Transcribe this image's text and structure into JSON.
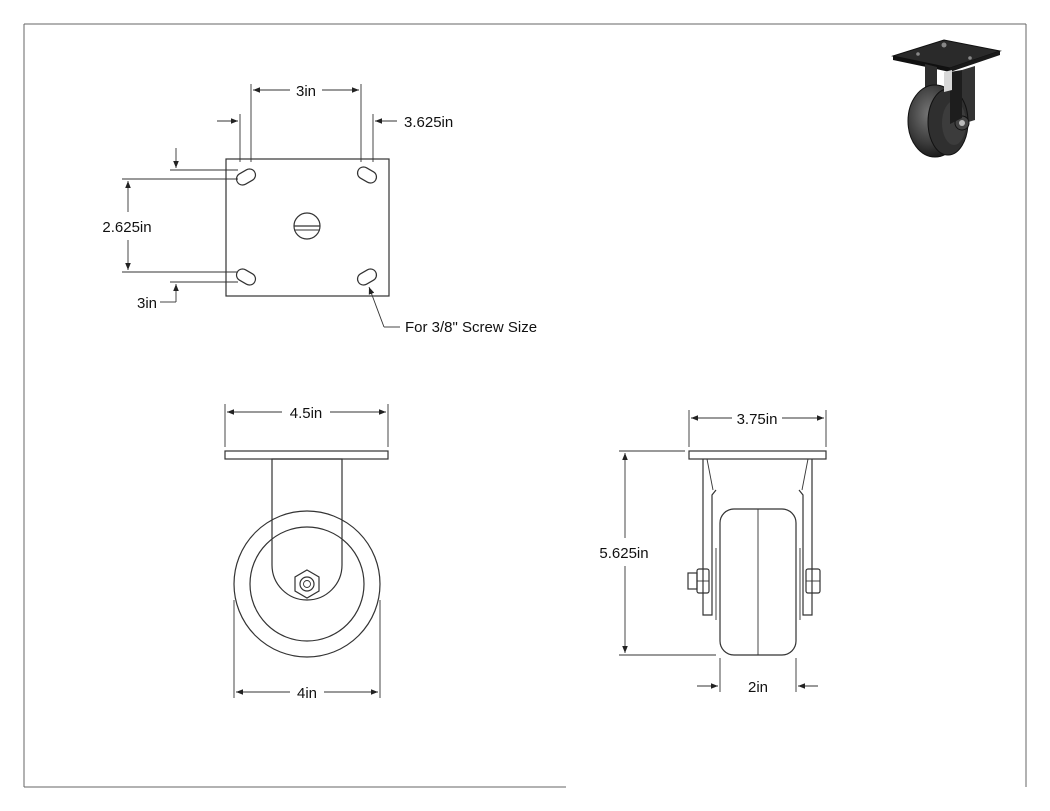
{
  "plate_view": {
    "hole_spacing_x": "3in",
    "plate_width": "3.625in",
    "hole_spacing_y": "2.625in",
    "plate_depth": "3in",
    "screw_note": "For 3/8\" Screw Size"
  },
  "front_view": {
    "top_plate_width": "4.5in",
    "wheel_diameter": "4in"
  },
  "side_view": {
    "plate_width": "3.75in",
    "overall_height": "5.625in",
    "wheel_width": "2in"
  },
  "colors": {
    "line": "#333333",
    "wheel_shade": "#3a3a3a"
  },
  "thumbnail_icon": "rigid-caster-3d-icon"
}
